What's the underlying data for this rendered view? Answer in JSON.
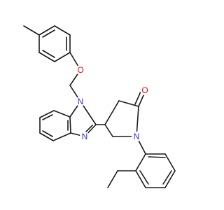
{
  "molecule": {
    "atom_labels": {
      "n1": "N",
      "n3": "N",
      "n_lactam": "N",
      "o_ether": "O",
      "o_carbonyl": "O"
    }
  },
  "colors": {
    "bond": "#1a1a1a",
    "nitrogen": "#2f2fd6",
    "oxygen": "#e01010",
    "background": "#ffffff"
  }
}
